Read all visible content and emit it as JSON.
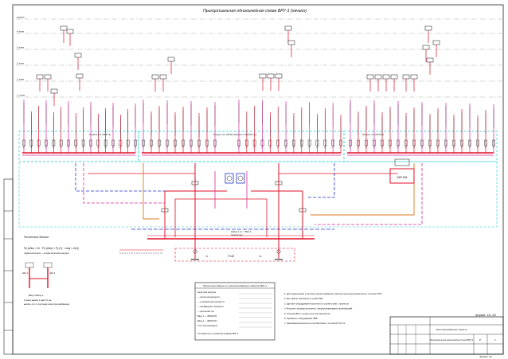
{
  "sheet": {
    "title": "Принципиальная однолинейная схема ВРУ-1 (начало)",
    "stamp_top_right": "формат: 11х_А3",
    "stamp_bottom_right": "Формат А3",
    "floor_labels": [
      "кровля",
      "4 этаж",
      "3 этаж",
      "2 этаж",
      "1 этаж",
      "-1 этаж"
    ]
  },
  "panels": {
    "p1": "Панель 3.1 (ППУ-3)",
    "p2": "Панель 3.1 (ППУ) (Панель 3.2 (ППУ-2))",
    "p3": "Панель 3.4 (ППУ-2)"
  },
  "main_bus": {
    "bus_label": "Шина 1 ш. = 800 А",
    "tr1": "Т1",
    "tr2": "Т2",
    "tr_center": "Т3 кВ",
    "avr": "АВР 63А",
    "section_note": "Секция шин"
  },
  "calc_notes": {
    "heading": "Расчетные данные",
    "formula": "Рр (обш) = Кс · Рн (обш) = Ру (1) · cosφ = 4x(1)",
    "note": "первая категория — вторая категория нагрузки"
  },
  "legend_box": {
    "lines": [
      "ЩО 1",
      "ЩО 2",
      "Ввод 1  Ввод 2"
    ],
    "caption": "Схема ввода 1 ввод 2 на",
    "caption2": "вводы 1-2 к системе электроснабжения"
  },
  "table": {
    "heading": "Проектные данные по электроснабжению объекта ВРУ-1",
    "rows": [
      "Категория нагрузки",
      "— расчетная мощность",
      "— установленная мощность",
      "— коэффициент мощности",
      "— расчетный ток",
      "Ввод 1 — 380/220 В",
      "Ввод 2 — 380/220 В",
      "Учет электроэнергии"
    ],
    "footer": "Тип защитного устройства на вводе ВРУ-1"
  },
  "notes": [
    "1. Для подключения к системе электроснабжения. Монтаж электроустановок вести согласно ПУЭ.",
    "2. Все кабели проложить в трубах ПВХ.",
    "3. Щитовое оборудование выполнить в соответствии с проектом.",
    "4. Монтаж и наладку выполнить специализированной организацией.",
    "5. Сечение ВРУ к узлам учета электроэнергии.",
    "6. Применять оборудование АВВ.",
    "7. Заземление выполнить в соответствии с системой TN-C-S."
  ],
  "title_block": {
    "project": "Электроснабжение объекта",
    "sheet_name": "Принципиальная однолинейная схема ВРУ-1",
    "stage": "Р",
    "sheet": "1"
  },
  "colors": {
    "bus_red": "#e0102a",
    "panel_cyan": "#25c7d8",
    "feeder_magenta": "#d6289b",
    "feeder_blue": "#2233cc",
    "feeder_orange": "#e07a1a",
    "ink": "#111111"
  }
}
